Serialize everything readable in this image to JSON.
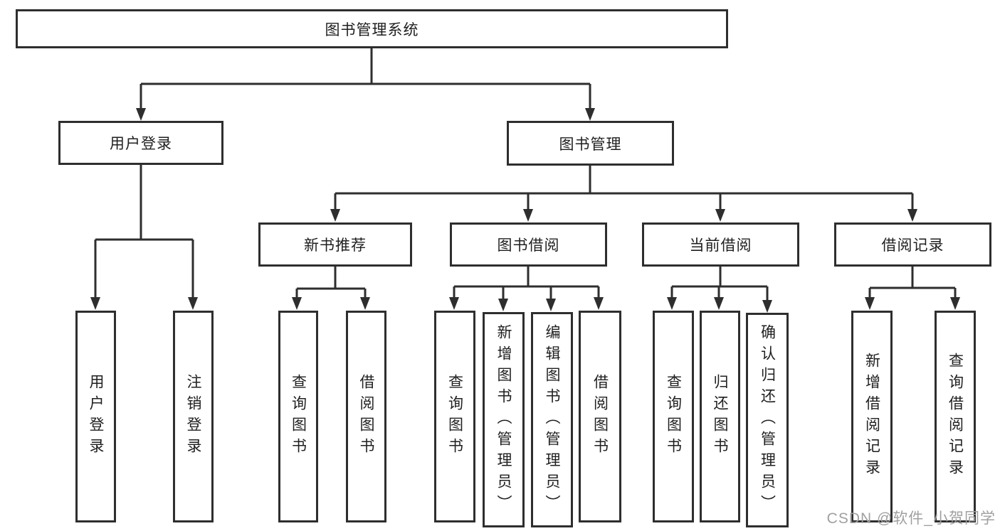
{
  "title": "图书管理系统",
  "watermark": "CSDN @软件_小贺同学",
  "colors": {
    "line": "#2e2e2e",
    "text": "#1f1f1f",
    "background": "#ffffff",
    "watermark": "#a0a0a0"
  },
  "tree": {
    "root": {
      "label": "图书管理系统"
    },
    "branches": [
      {
        "label": "用户登录",
        "children": [
          {
            "label": "用户登录"
          },
          {
            "label": "注销登录"
          }
        ]
      },
      {
        "label": "图书管理",
        "children": [
          {
            "label": "新书推荐",
            "children": [
              {
                "label": "查询图书"
              },
              {
                "label": "借阅图书"
              }
            ]
          },
          {
            "label": "图书借阅",
            "children": [
              {
                "label": "查询图书"
              },
              {
                "label": "新增图书（管理员）"
              },
              {
                "label": "编辑图书（管理员）"
              },
              {
                "label": "借阅图书"
              }
            ]
          },
          {
            "label": "当前借阅",
            "children": [
              {
                "label": "查询图书"
              },
              {
                "label": "归还图书"
              },
              {
                "label": "确认归还（管理员）"
              }
            ]
          },
          {
            "label": "借阅记录",
            "children": [
              {
                "label": "新增借阅记录"
              },
              {
                "label": "查询借阅记录"
              }
            ]
          }
        ]
      }
    ]
  }
}
